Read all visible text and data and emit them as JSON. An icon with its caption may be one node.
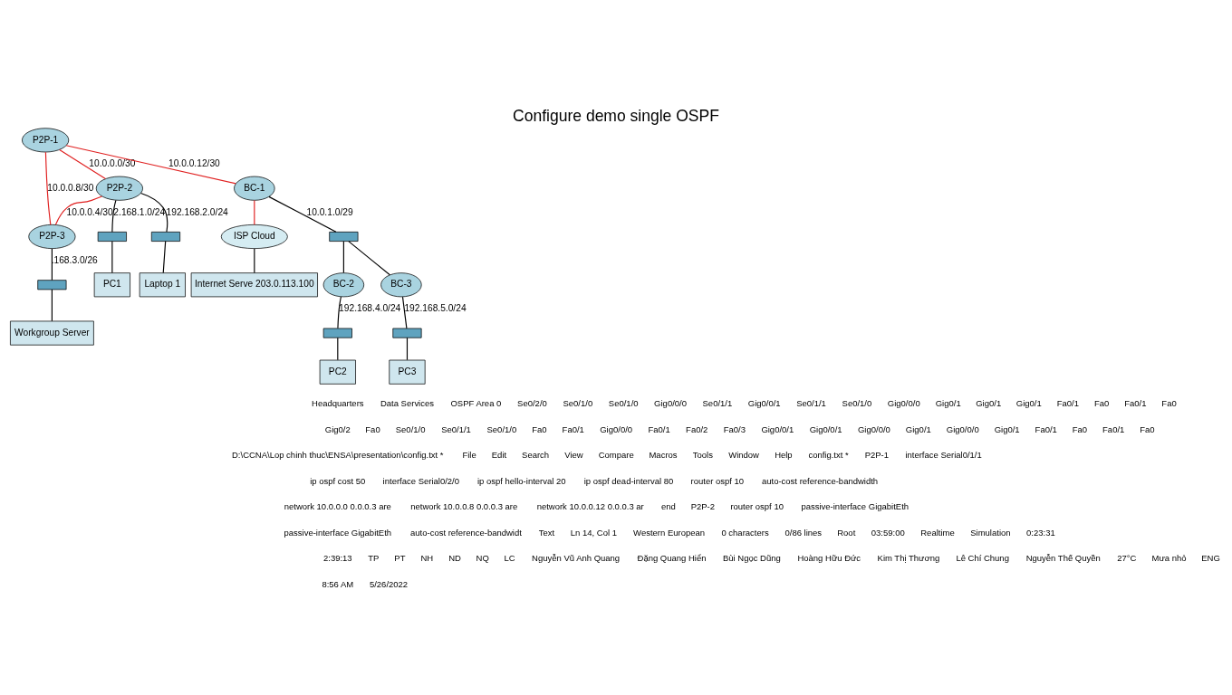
{
  "diagram": {
    "title": "Configure demo single OSPF",
    "nodes": [
      {
        "text": [
          "P2P-1"
        ]
      },
      {
        "text": [
          "P2P-2"
        ]
      },
      {
        "text": [
          "P2P-3"
        ]
      },
      {
        "text": [
          "BC-1"
        ]
      },
      {
        "text": [
          "ISP Cloud"
        ]
      },
      {
        "text": [
          "Internet Serve 203.0.113.100"
        ]
      },
      {
        "text": [],
        "shape": "box"
      },
      {
        "text": [],
        "shape": "box"
      },
      {
        "text": [],
        "shape": "box"
      },
      {
        "text": [
          "PC1"
        ]
      },
      {
        "text": [
          "Laptop 1"
        ]
      },
      {
        "text": [
          "Workgroup Server"
        ]
      },
      {
        "text": [],
        "shape": "box"
      },
      {
        "text": [
          "BC-2"
        ]
      },
      {
        "text": [
          "BC-3"
        ]
      },
      {
        "text": [],
        "shape": "box"
      },
      {
        "text": [],
        "shape": "box"
      },
      {
        "text": [
          "PC2"
        ]
      },
      {
        "text": [
          "PC3"
        ]
      }
    ],
    "edges": [
      {
        "from": 0,
        "to": 1,
        "arrow": "none",
        "label": "10.0.0.0/30",
        "color": "#e02020"
      },
      {
        "from": 0,
        "to": 2,
        "arrow": "none",
        "label": "10.0.0.8/30",
        "color": "#e02020"
      },
      {
        "from": 1,
        "to": 2,
        "arrow": "none",
        "label": "10.0.0.4/30",
        "color": "#e02020"
      },
      {
        "from": 0,
        "to": 3,
        "arrow": "none",
        "label": "10.0.0.12/30",
        "color": "#e02020"
      },
      {
        "from": 3,
        "to": 4,
        "arrow": "none",
        "color": "#e02020"
      },
      {
        "from": 4,
        "to": 5,
        "arrow": "none"
      },
      {
        "from": 1,
        "to": 6,
        "arrow": "none",
        "label": "2.168.1.0/24"
      },
      {
        "from": 1,
        "to": 7,
        "arrow": "none",
        "label": "192.168.2.0/24"
      },
      {
        "from": 2,
        "to": 8,
        "arrow": "none",
        "label": ".168.3.0/26"
      },
      {
        "from": 6,
        "to": 9,
        "arrow": "none"
      },
      {
        "from": 7,
        "to": 10,
        "arrow": "none"
      },
      {
        "from": 8,
        "to": 11,
        "arrow": "none"
      },
      {
        "from": 3,
        "to": 12,
        "arrow": "none",
        "label": "10.0.1.0/29"
      },
      {
        "from": 12,
        "to": 13,
        "arrow": "none"
      },
      {
        "from": 12,
        "to": 14,
        "arrow": "none"
      },
      {
        "from": 13,
        "to": 15,
        "arrow": "none",
        "label": "192.168.4.0/24"
      },
      {
        "from": 14,
        "to": 16,
        "arrow": "none",
        "label": "192.168.5.0/24"
      },
      {
        "from": 15,
        "to": 17,
        "arrow": "none"
      },
      {
        "from": 16,
        "to": 18,
        "arrow": "none"
      }
    ],
    "labels": [
      "Headquarters",
      "Data Services",
      "OSPF Area 0",
      "Se0/2/0",
      "Se0/1/0",
      "Se0/1/0",
      "Gig0/0/0",
      "Se0/1/1",
      "Gig0/0/1",
      "Se0/1/1",
      "Se0/1/0",
      "Gig0/0/0",
      "Gig0/1",
      "Gig0/1",
      "Gig0/1",
      "Fa0/1",
      "Fa0",
      "Fa0/1",
      "Fa0",
      "Gig0/2",
      "Fa0",
      "Se0/1/0",
      "Se0/1/1",
      "Se0/1/0",
      "Fa0",
      "Fa0/1",
      "Gig0/0/0",
      "Fa0/1",
      "Fa0/2",
      "Fa0/3",
      "Gig0/0/1",
      "Gig0/0/1",
      "Gig0/0/0",
      "Gig0/1",
      "Gig0/0/0",
      "Gig0/1",
      "Fa0/1",
      "Fa0",
      "Fa0/1",
      "Fa0",
      "D:\\CCNA\\Lop chinh thuc\\ENSA\\presentation\\config.txt *",
      "File",
      "Edit",
      "Search",
      "View",
      "Compare",
      "Macros",
      "Tools",
      "Window",
      "Help",
      "config.txt *",
      "P2P-1",
      "interface Serial0/1/1",
      "ip ospf cost 50",
      "interface Serial0/2/0",
      "ip ospf hello-interval 20",
      "ip ospf dead-interval 80",
      "router ospf 10",
      "auto-cost reference-bandwidth",
      "network 10.0.0.0 0.0.0.3 are",
      "network 10.0.0.8 0.0.0.3 are",
      "network 10.0.0.12 0.0.0.3 ar",
      "end",
      "P2P-2",
      "router ospf 10",
      "passive-interface GigabitEth",
      "passive-interface GigabitEth",
      "auto-cost reference-bandwidt",
      "Text",
      "Ln 14, Col 1",
      "Western European",
      "0 characters",
      "0/86 lines",
      "Root",
      "03:59:00",
      "Realtime",
      "Simulation",
      "0:23:31",
      "2:39:13",
      "TP",
      "PT",
      "NH",
      "ND",
      "NQ",
      "LC",
      "Nguyễn Vũ Anh Quang",
      "Đặng Quang Hiển",
      "Bùi Ngọc Dũng",
      "Hoàng Hữu Đức",
      "Kim Thị Thương",
      "Lê Chí Chung",
      "Nguyễn Thế Quyền",
      "27°C",
      "Mưa nhỏ",
      "ENG",
      "8:56 AM",
      "5/26/2022"
    ]
  }
}
